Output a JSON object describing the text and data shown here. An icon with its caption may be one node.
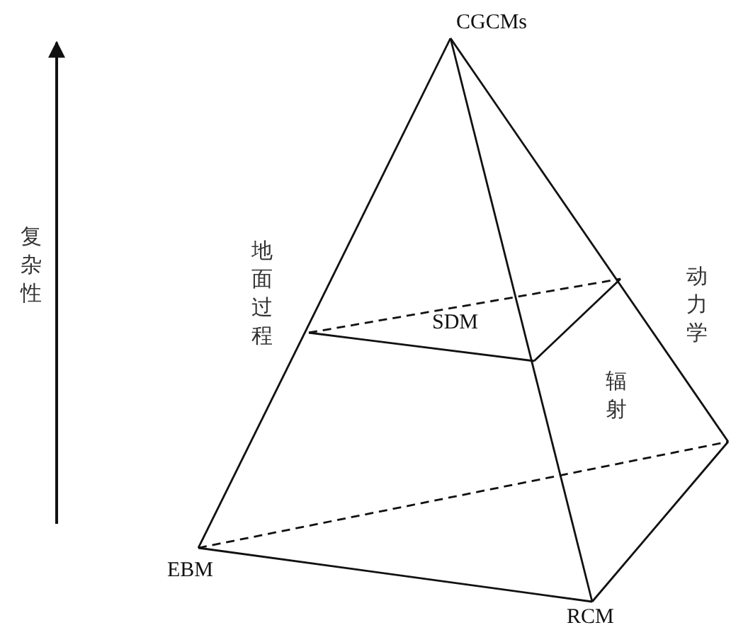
{
  "diagram": {
    "labels": [
      "CGCMs",
      "复杂性",
      "地面过程",
      "动力学",
      "SDM",
      "辐射",
      "EBM",
      "RCM"
    ]
  }
}
